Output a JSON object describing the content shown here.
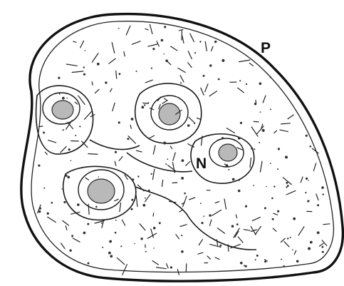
{
  "figure": {
    "labels": {
      "outer": "P",
      "nucleus": "N"
    },
    "nucleus_count": 4
  }
}
